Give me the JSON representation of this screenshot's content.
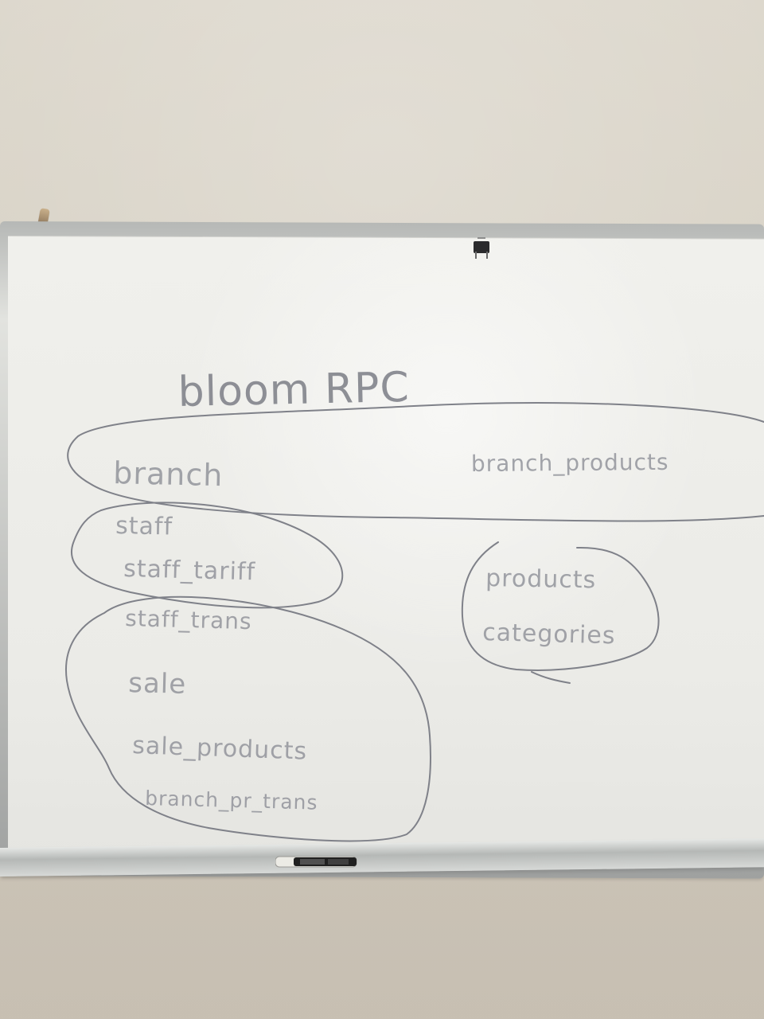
{
  "whiteboard": {
    "title": "bloom RPC",
    "left_column": {
      "top_item": "branch",
      "group_one": [
        "staff",
        "staff_tariff"
      ],
      "group_two": [
        "staff_trans",
        "sale",
        "sale_products",
        "branch_pr_trans"
      ]
    },
    "right_column": {
      "top_item": "branch_products",
      "group": [
        "products",
        "categories"
      ]
    }
  },
  "icons": {
    "clip": "binder-clip-icon",
    "marker": "marker-icon",
    "screw": "screw-icon"
  },
  "colors": {
    "wall": "#d8d2c5",
    "board": "#eeeeea",
    "ink": "#81838a",
    "frame": "#b7b9b7",
    "marker_body": "#ecebe5",
    "marker_cap": "#1f1f1f"
  }
}
